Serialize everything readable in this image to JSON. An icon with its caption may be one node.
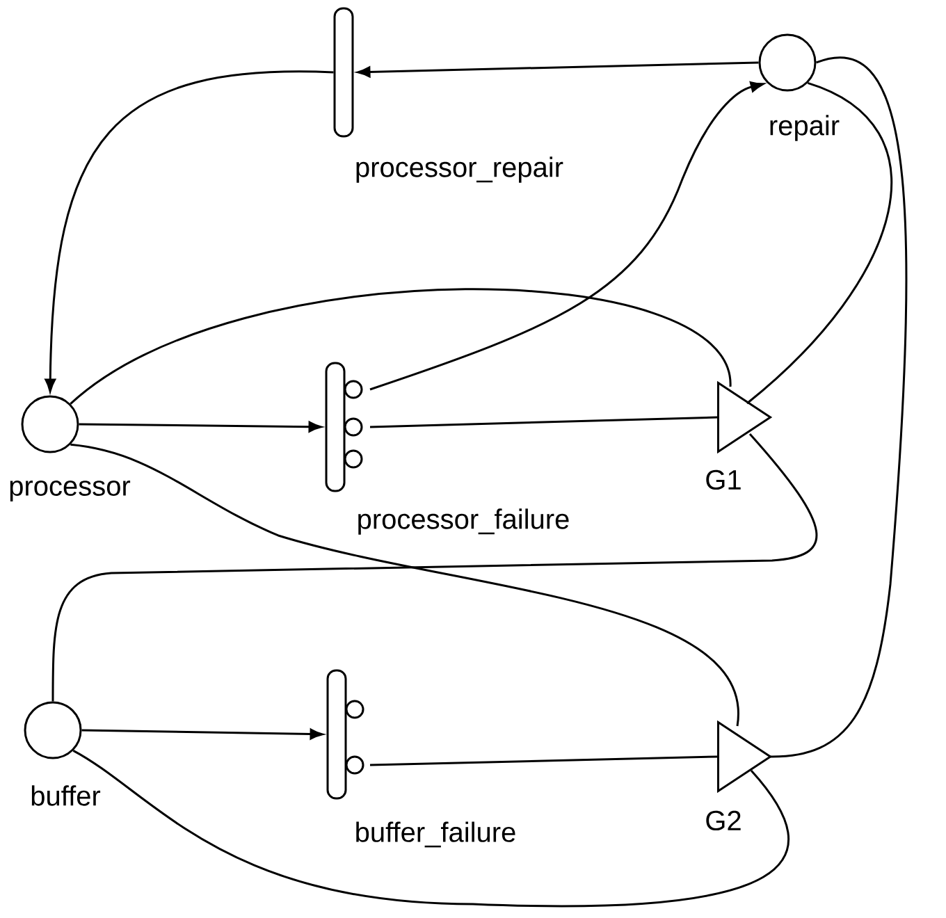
{
  "diagram": {
    "nodes": [
      {
        "text": [
          "repair"
        ]
      },
      {
        "text": [
          "processor_repair"
        ]
      },
      {
        "text": [
          "processor"
        ]
      },
      {
        "text": [
          "processor_failure"
        ]
      },
      {
        "text": [
          "G1"
        ]
      },
      {
        "text": [
          "buffer"
        ]
      },
      {
        "text": [
          "buffer_failure"
        ]
      },
      {
        "text": [
          "G2"
        ]
      }
    ],
    "edges": [
      {
        "from": 0,
        "to": 1,
        "arrow": "to"
      },
      {
        "from": 1,
        "to": 2,
        "arrow": "to"
      },
      {
        "from": 2,
        "to": 3,
        "arrow": "to"
      },
      {
        "from": 3,
        "to": 0,
        "arrow": "to"
      },
      {
        "from": 3,
        "to": 4,
        "arrow": "none"
      },
      {
        "from": 2,
        "to": 4,
        "arrow": "none"
      },
      {
        "from": 0,
        "to": 4,
        "arrow": "none"
      },
      {
        "from": 4,
        "to": 5,
        "arrow": "none"
      },
      {
        "from": 2,
        "to": 7,
        "arrow": "none"
      },
      {
        "from": 5,
        "to": 6,
        "arrow": "to"
      },
      {
        "from": 6,
        "to": 7,
        "arrow": "none"
      },
      {
        "from": 5,
        "to": 7,
        "arrow": "none"
      },
      {
        "from": 7,
        "to": 0,
        "arrow": "none"
      }
    ]
  }
}
